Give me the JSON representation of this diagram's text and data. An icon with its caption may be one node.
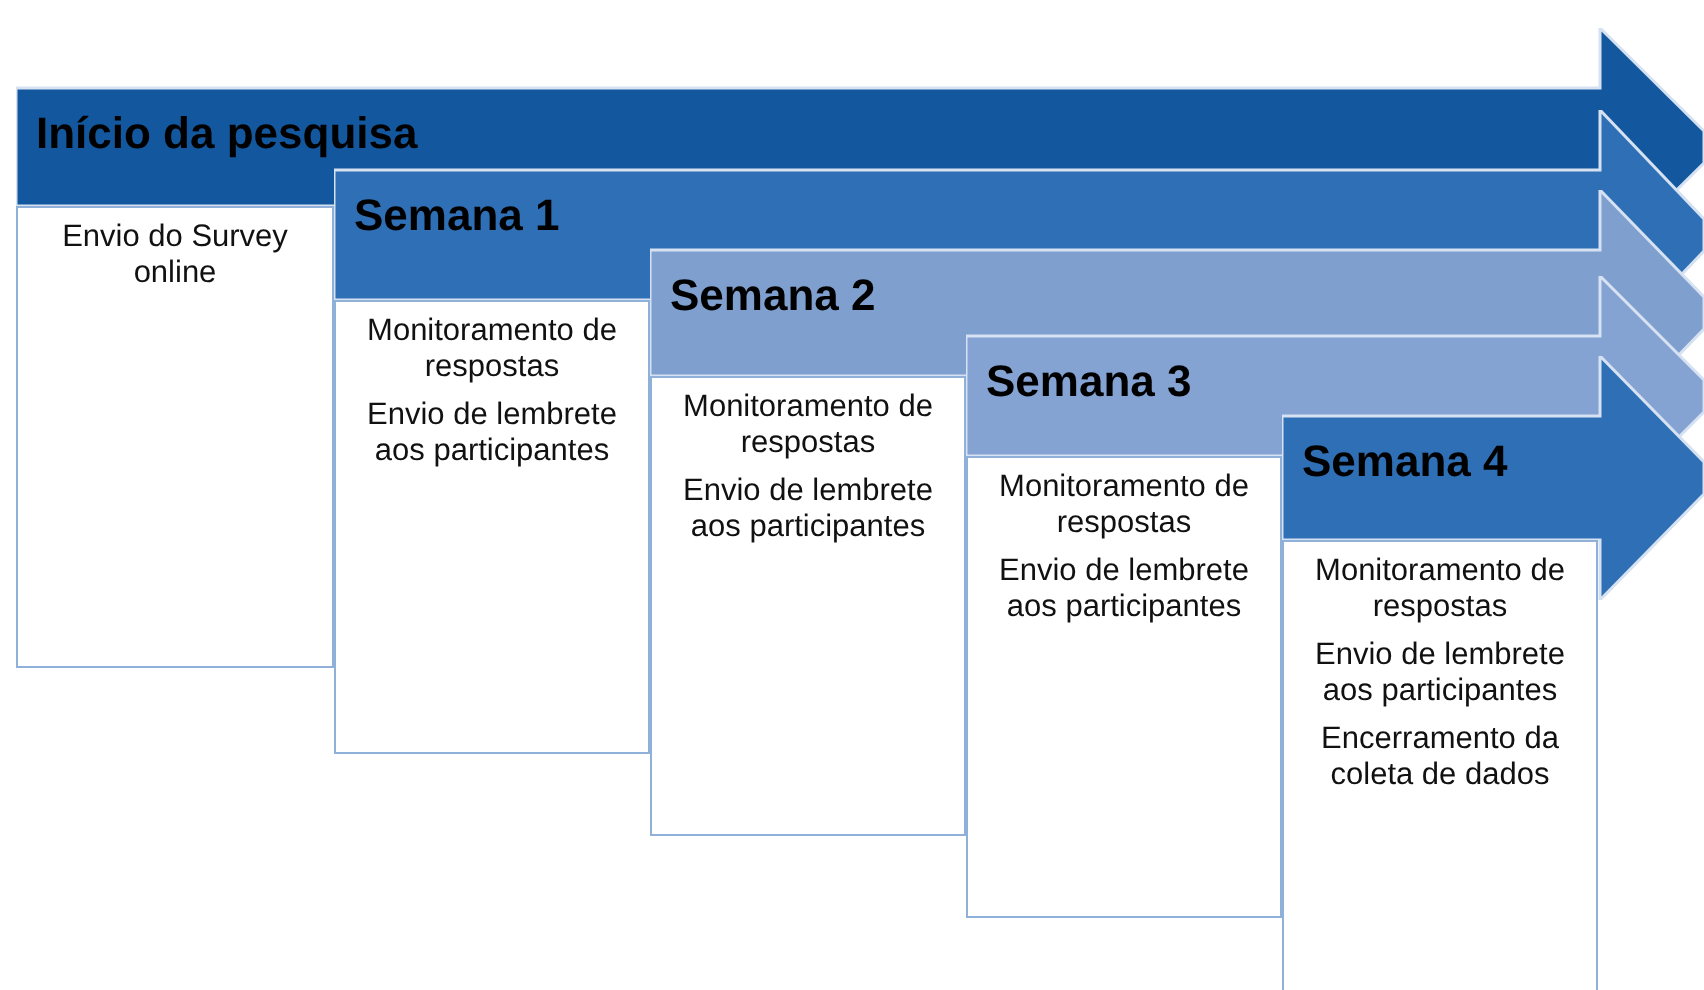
{
  "diagram": {
    "nodes": [
      {
        "text": [
          "Início da pesquisa"
        ]
      },
      {
        "text": [
          "Envio do Survey online"
        ]
      },
      {
        "text": [
          "Semana 1"
        ]
      },
      {
        "text": [
          "Monitoramento de respostas",
          "Envio de lembrete aos participantes"
        ]
      },
      {
        "text": [
          "Semana 2"
        ]
      },
      {
        "text": [
          "Monitoramento de respostas",
          "Envio de lembrete aos participantes"
        ]
      },
      {
        "text": [
          "Semana 3"
        ]
      },
      {
        "text": [
          "Monitoramento de respostas",
          "Envio de lembrete aos participantes"
        ]
      },
      {
        "text": [
          "Semana 4"
        ]
      },
      {
        "text": [
          "Monitoramento de respostas",
          "Envio de lembrete aos participantes",
          "Encerramento da coleta de dados"
        ]
      }
    ]
  }
}
